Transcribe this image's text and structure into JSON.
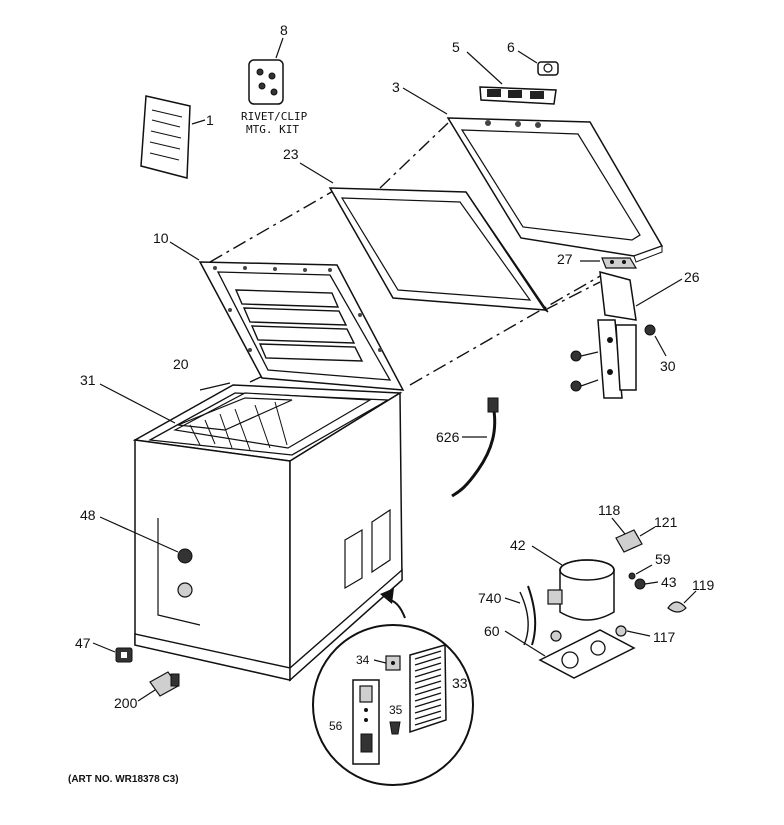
{
  "labels": {
    "l1": "1",
    "l3": "3",
    "l5": "5",
    "l6": "6",
    "l8": "8",
    "l10": "10",
    "l20": "20",
    "l23": "23",
    "l26": "26",
    "l27": "27",
    "l30": "30",
    "l31": "31",
    "l33": "33",
    "l34": "34",
    "l35": "35",
    "l42": "42",
    "l43": "43",
    "l47": "47",
    "l48": "48",
    "l56": "56",
    "l59": "59",
    "l60": "60",
    "l117": "117",
    "l118": "118",
    "l119": "119",
    "l121": "121",
    "l200": "200",
    "l626": "626",
    "l740": "740"
  },
  "kit_label": {
    "line1": "RIVET/CLIP",
    "line2": "MTG. KIT"
  },
  "art_number": "(ART NO. WR18378 C3)"
}
